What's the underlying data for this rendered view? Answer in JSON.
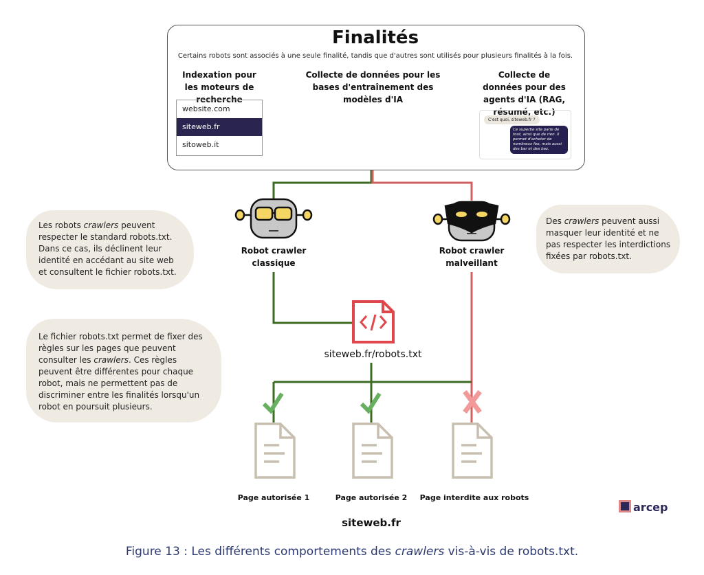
{
  "header": {
    "title": "Finalités",
    "subtitle": "Certains robots sont associés à une seule finalité, tandis que d'autres sont utilisés pour plusieurs finalités à la fois."
  },
  "columns": [
    {
      "title": "Indexation pour les moteurs de recherche",
      "items": [
        "website.com",
        "siteweb.fr",
        "sitoweb.it"
      ],
      "selected": "siteweb.fr"
    },
    {
      "title": "Collecte de données pour les bases d'entraînement des modèles d'IA",
      "icon": "database-icon"
    },
    {
      "title": "Collecte de données pour des agents d'IA (RAG, résumé, etc.)",
      "chat": {
        "question": "C'est quoi, siteweb.fr ?",
        "answer": "Ce superbe site parle de tout, ainsi que de rien. Il permet d'acheter de nombreux foo, mais aussi des bar et des baz."
      }
    }
  ],
  "robots": {
    "classic": "Robot crawler classique",
    "malicious": "Robot crawler malveillant"
  },
  "notes": {
    "classic_prefix": "Les robots ",
    "classic_em": "crawlers",
    "classic_rest": " peuvent respecter le standard robots.txt. Dans ce cas, ils déclinent leur identité en accédant au site web et consultent le fichier robots.txt.",
    "malicious_prefix": "Des ",
    "malicious_em": "crawlers",
    "malicious_rest": " peuvent aussi masquer leur identité et ne pas respecter les interdictions fixées par robots.txt.",
    "robots_a": "Le fichier robots.txt permet de fixer des règles sur les pages que peuvent consulter les ",
    "robots_em": "crawlers",
    "robots_b": ". Ces règles peuvent être différentes pour chaque robot, mais ne permettent pas de discriminer entre les finalités lorsqu'un robot en poursuit plusieurs."
  },
  "robots_file": "siteweb.fr/robots.txt",
  "pages": [
    {
      "label": "Page autorisée 1",
      "status": "allowed"
    },
    {
      "label": "Page autorisée 2",
      "status": "allowed"
    },
    {
      "label": "Page interdite aux robots",
      "status": "forbidden"
    }
  ],
  "site": "siteweb.fr",
  "caption": {
    "prefix": "Figure 13 : Les différents comportements des ",
    "em": "crawlers",
    "suffix": " vis-à-vis de robots.txt."
  },
  "logo": "arcep",
  "colors": {
    "green": "#3e6b24",
    "red": "#d06060",
    "file": "#e0474c",
    "navy": "#2a2550",
    "page": "#c8bfb0"
  }
}
